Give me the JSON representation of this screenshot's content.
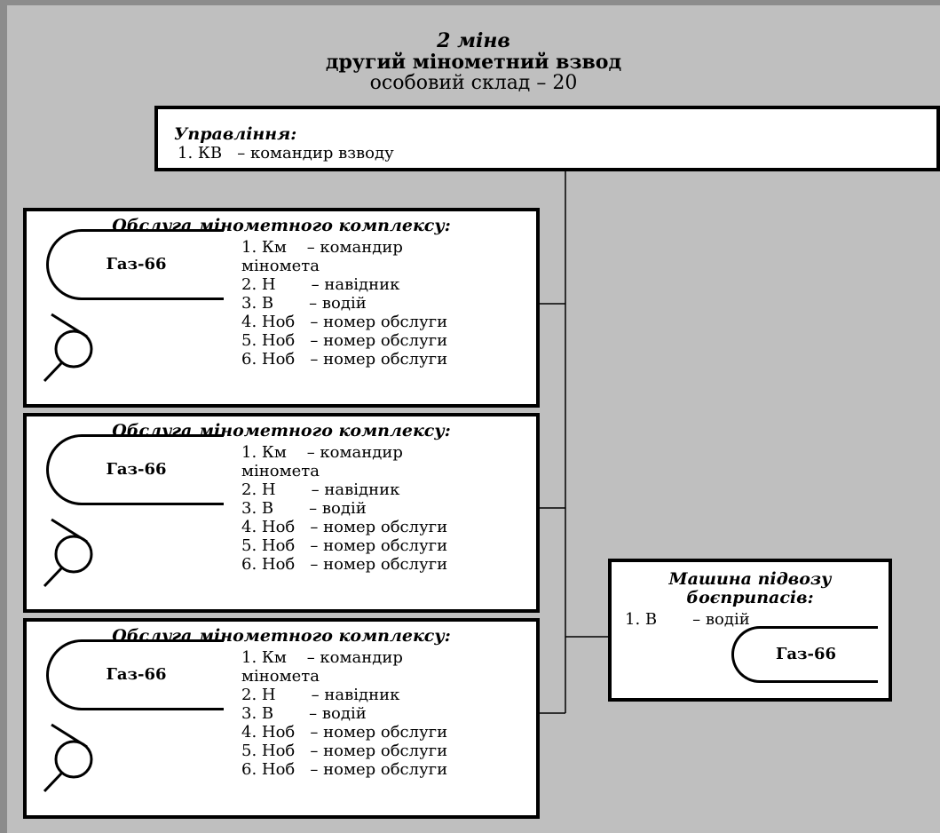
{
  "header": {
    "unit": "2 мінв",
    "name": "другий мінометний взвод",
    "staff": "особовий склад – 20"
  },
  "management": {
    "title": "Управління:",
    "members": [
      "1. КВ   – командир взводу"
    ]
  },
  "crews": [
    {
      "title": "Обслуга мінометного комплексу:",
      "vehicle": "Газ-66",
      "members": [
        "1. Км    – командир",
        "мінометa",
        "2. Н       – навідник",
        "3. В       – водій",
        "4. Ноб   – номер обслуги",
        "5. Ноб   – номер обслуги",
        "6. Ноб   – номер обслуги"
      ]
    },
    {
      "title": "Обслуга мінометного комплексу:",
      "vehicle": "Газ-66",
      "members": [
        "1. Км    – командир",
        "мінометa",
        "2. Н       – навідник",
        "3. В       – водій",
        "4. Ноб   – номер обслуги",
        "5. Ноб   – номер обслуги",
        "6. Ноб   – номер обслуги"
      ]
    },
    {
      "title": "Обслуга мінометного комплексу:",
      "vehicle": "Газ-66",
      "members": [
        "1. Км    – командир",
        "мінометa",
        "2. Н       – навідник",
        "3. В       – водій",
        "4. Ноб   – номер обслуги",
        "5. Ноб   – номер обслуги",
        "6. Ноб   – номер обслуги"
      ]
    }
  ],
  "ammo_vehicle": {
    "title_line1": "Машина підвозу",
    "title_line2": "боєприпасів:",
    "members": [
      "1. В       – водій"
    ],
    "vehicle": "Газ-66"
  },
  "colors": {
    "background": "#bfbfbf",
    "frame": "#8c8c8c",
    "box_fill": "#ffffff",
    "line": "#000000"
  }
}
